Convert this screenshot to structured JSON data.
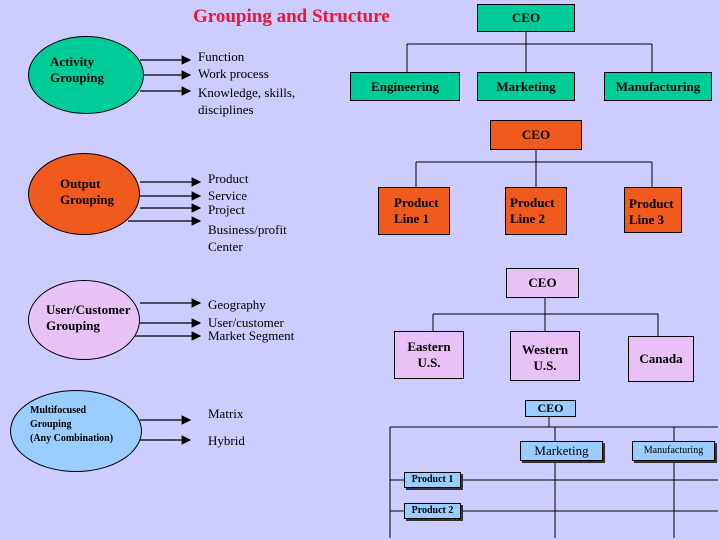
{
  "title": "Grouping and Structure",
  "groupings": [
    {
      "label": "Activity\nGrouping",
      "items": [
        "Function",
        "Work process",
        "Knowledge, skills,\ndisciplines"
      ]
    },
    {
      "label": "Output\nGrouping",
      "items": [
        "Product",
        "Service",
        "Project",
        "Business/profit\nCenter"
      ]
    },
    {
      "label": "User/Customer\nGrouping",
      "items": [
        "Geography",
        "User/customer",
        "Market Segment"
      ]
    },
    {
      "label": "Multifocused\nGrouping\n(Any Combination)",
      "items": [
        "Matrix",
        "Hybrid"
      ]
    }
  ],
  "charts": {
    "functional": {
      "ceo": "CEO",
      "units": [
        "Engineering",
        "Marketing",
        "Manufacturing"
      ]
    },
    "product": {
      "ceo": "CEO",
      "units": [
        "Product\nLine 1",
        "Product\nLine 2",
        "Product\nLine 3"
      ]
    },
    "geographic": {
      "ceo": "CEO",
      "units": [
        "Eastern\nU.S.",
        "Western\nU.S.",
        "Canada"
      ]
    },
    "matrix": {
      "ceo": "CEO",
      "columns": [
        "Marketing",
        "Manufacturing"
      ],
      "rows": [
        "Product 1",
        "Product 2"
      ]
    }
  },
  "colors": {
    "background": "#CCCCFF",
    "title": "#E8173A",
    "activity": "#00CC99",
    "output": "#F05A1E",
    "customer": "#E8C2F7",
    "multifocused": "#99CCFF"
  }
}
